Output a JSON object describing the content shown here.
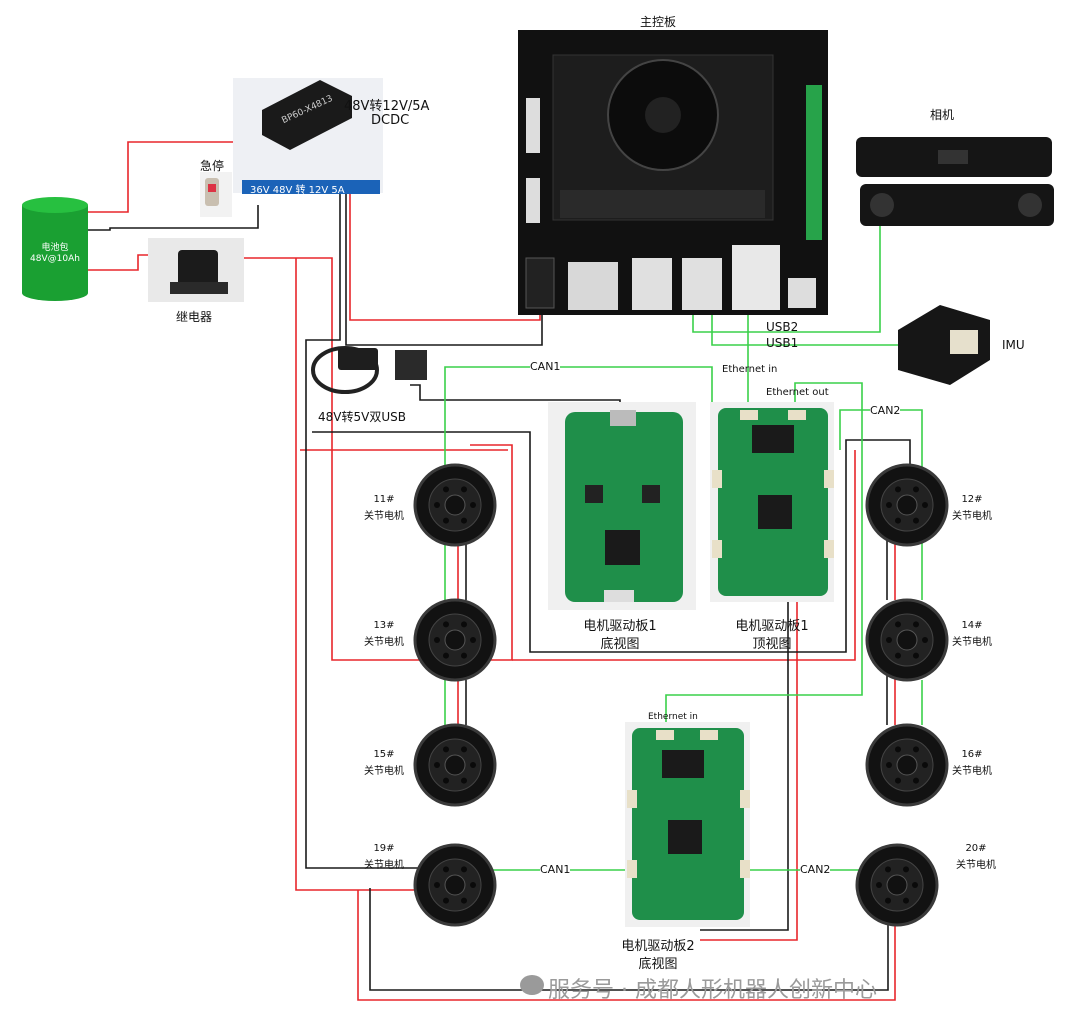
{
  "labels": {
    "main_board": "主控板",
    "camera": "相机",
    "imu": "IMU",
    "dcdc_12v_line1": "48V转12V/5A",
    "dcdc_12v_line2": "DCDC",
    "dcdc_sticker": "36V 48V 转 12V 5A",
    "dcdc_brand": "BP60-X4813",
    "estop": "急停",
    "battery_line1": "电池包",
    "battery_line2": "48V@10Ah",
    "relay": "继电器",
    "usb_converter": "48V转5V双USB",
    "usb2": "USB2",
    "usb1": "USB1",
    "can1_top": "CAN1",
    "can2_top": "CAN2",
    "ethernet_in_top": "Ethernet in",
    "ethernet_out": "Ethernet out",
    "ethernet_in_bottom": "Ethernet in",
    "driver1_bottom_line1": "电机驱动板1",
    "driver1_bottom_line2": "底视图",
    "driver1_top_line1": "电机驱动板1",
    "driver1_top_line2": "顶视图",
    "driver2_bottom_line1": "电机驱动板2",
    "driver2_bottom_line2": "底视图",
    "can1_bottom": "CAN1",
    "can2_bottom": "CAN2",
    "watermark": "服务号 · 成都人形机器人创新中心"
  },
  "motors": [
    {
      "num": "11#",
      "name": "关节电机"
    },
    {
      "num": "12#",
      "name": "关节电机"
    },
    {
      "num": "13#",
      "name": "关节电机"
    },
    {
      "num": "14#",
      "name": "关节电机"
    },
    {
      "num": "15#",
      "name": "关节电机"
    },
    {
      "num": "16#",
      "name": "关节电机"
    },
    {
      "num": "19#",
      "name": "关节电机"
    },
    {
      "num": "20#",
      "name": "关节电机"
    }
  ],
  "colors": {
    "power_wire": "#e8262b",
    "ground_wire": "#1a1a1a",
    "signal_wire": "#3ad04a",
    "pcb_green": "#1f8f4a",
    "battery_green": "#1aa032",
    "dcdc_blue": "#1b63b8"
  }
}
